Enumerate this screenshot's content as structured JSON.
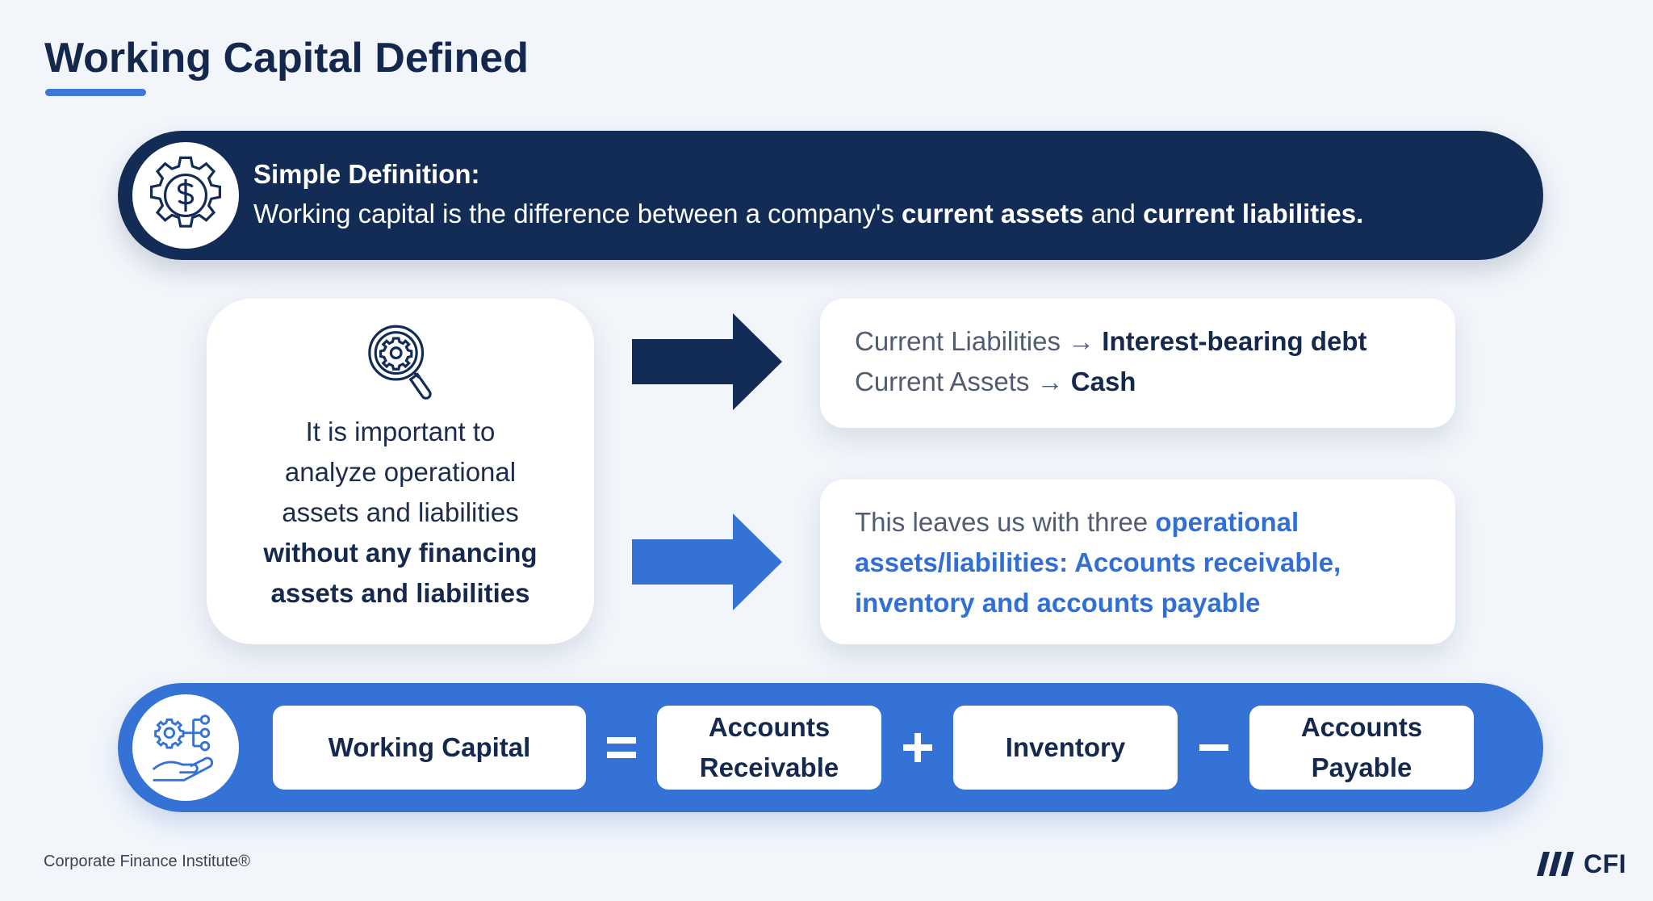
{
  "header": {
    "title": "Working Capital Defined"
  },
  "definition": {
    "label": "Simple Definition:",
    "text_prefix": "Working capital is the difference between a company's ",
    "term1": "current assets",
    "text_middle": " and ",
    "term2": "current liabilities."
  },
  "left_card": {
    "line1": "It is important to",
    "line2": "analyze operational",
    "line3": "assets and liabilities",
    "bold_line1": "without any financing",
    "bold_line2": "assets and liabilities"
  },
  "card_top": {
    "row1_label": "Current Liabilities → ",
    "row1_value": "Interest-bearing debt",
    "row2_label": "Current Assets → ",
    "row2_value": "Cash"
  },
  "card_bottom": {
    "prefix": "This leaves us with three ",
    "highlight_line1": "operational",
    "highlight_line2": "assets/liabilities: Accounts receivable,",
    "highlight_line3": "inventory and accounts payable"
  },
  "formula": {
    "term_wc": "Working Capital",
    "term_ar_line1": "Accounts",
    "term_ar_line2": "Receivable",
    "term_inv": "Inventory",
    "term_ap_line1": "Accounts",
    "term_ap_line2": "Payable"
  },
  "footer": {
    "company": "Corporate Finance Institute®",
    "logo_text": "CFI"
  },
  "colors": {
    "navy": "#132c55",
    "blue": "#3572d6",
    "accent_blue": "#2f6fd6",
    "background": "#f2f6fb"
  },
  "icons": {
    "definition": "dollar-gear-icon",
    "analyze": "magnifier-gear-icon",
    "formula": "hand-gear-network-icon",
    "arrow_top": "arrow-right-navy-icon",
    "arrow_bottom": "arrow-right-blue-icon"
  }
}
